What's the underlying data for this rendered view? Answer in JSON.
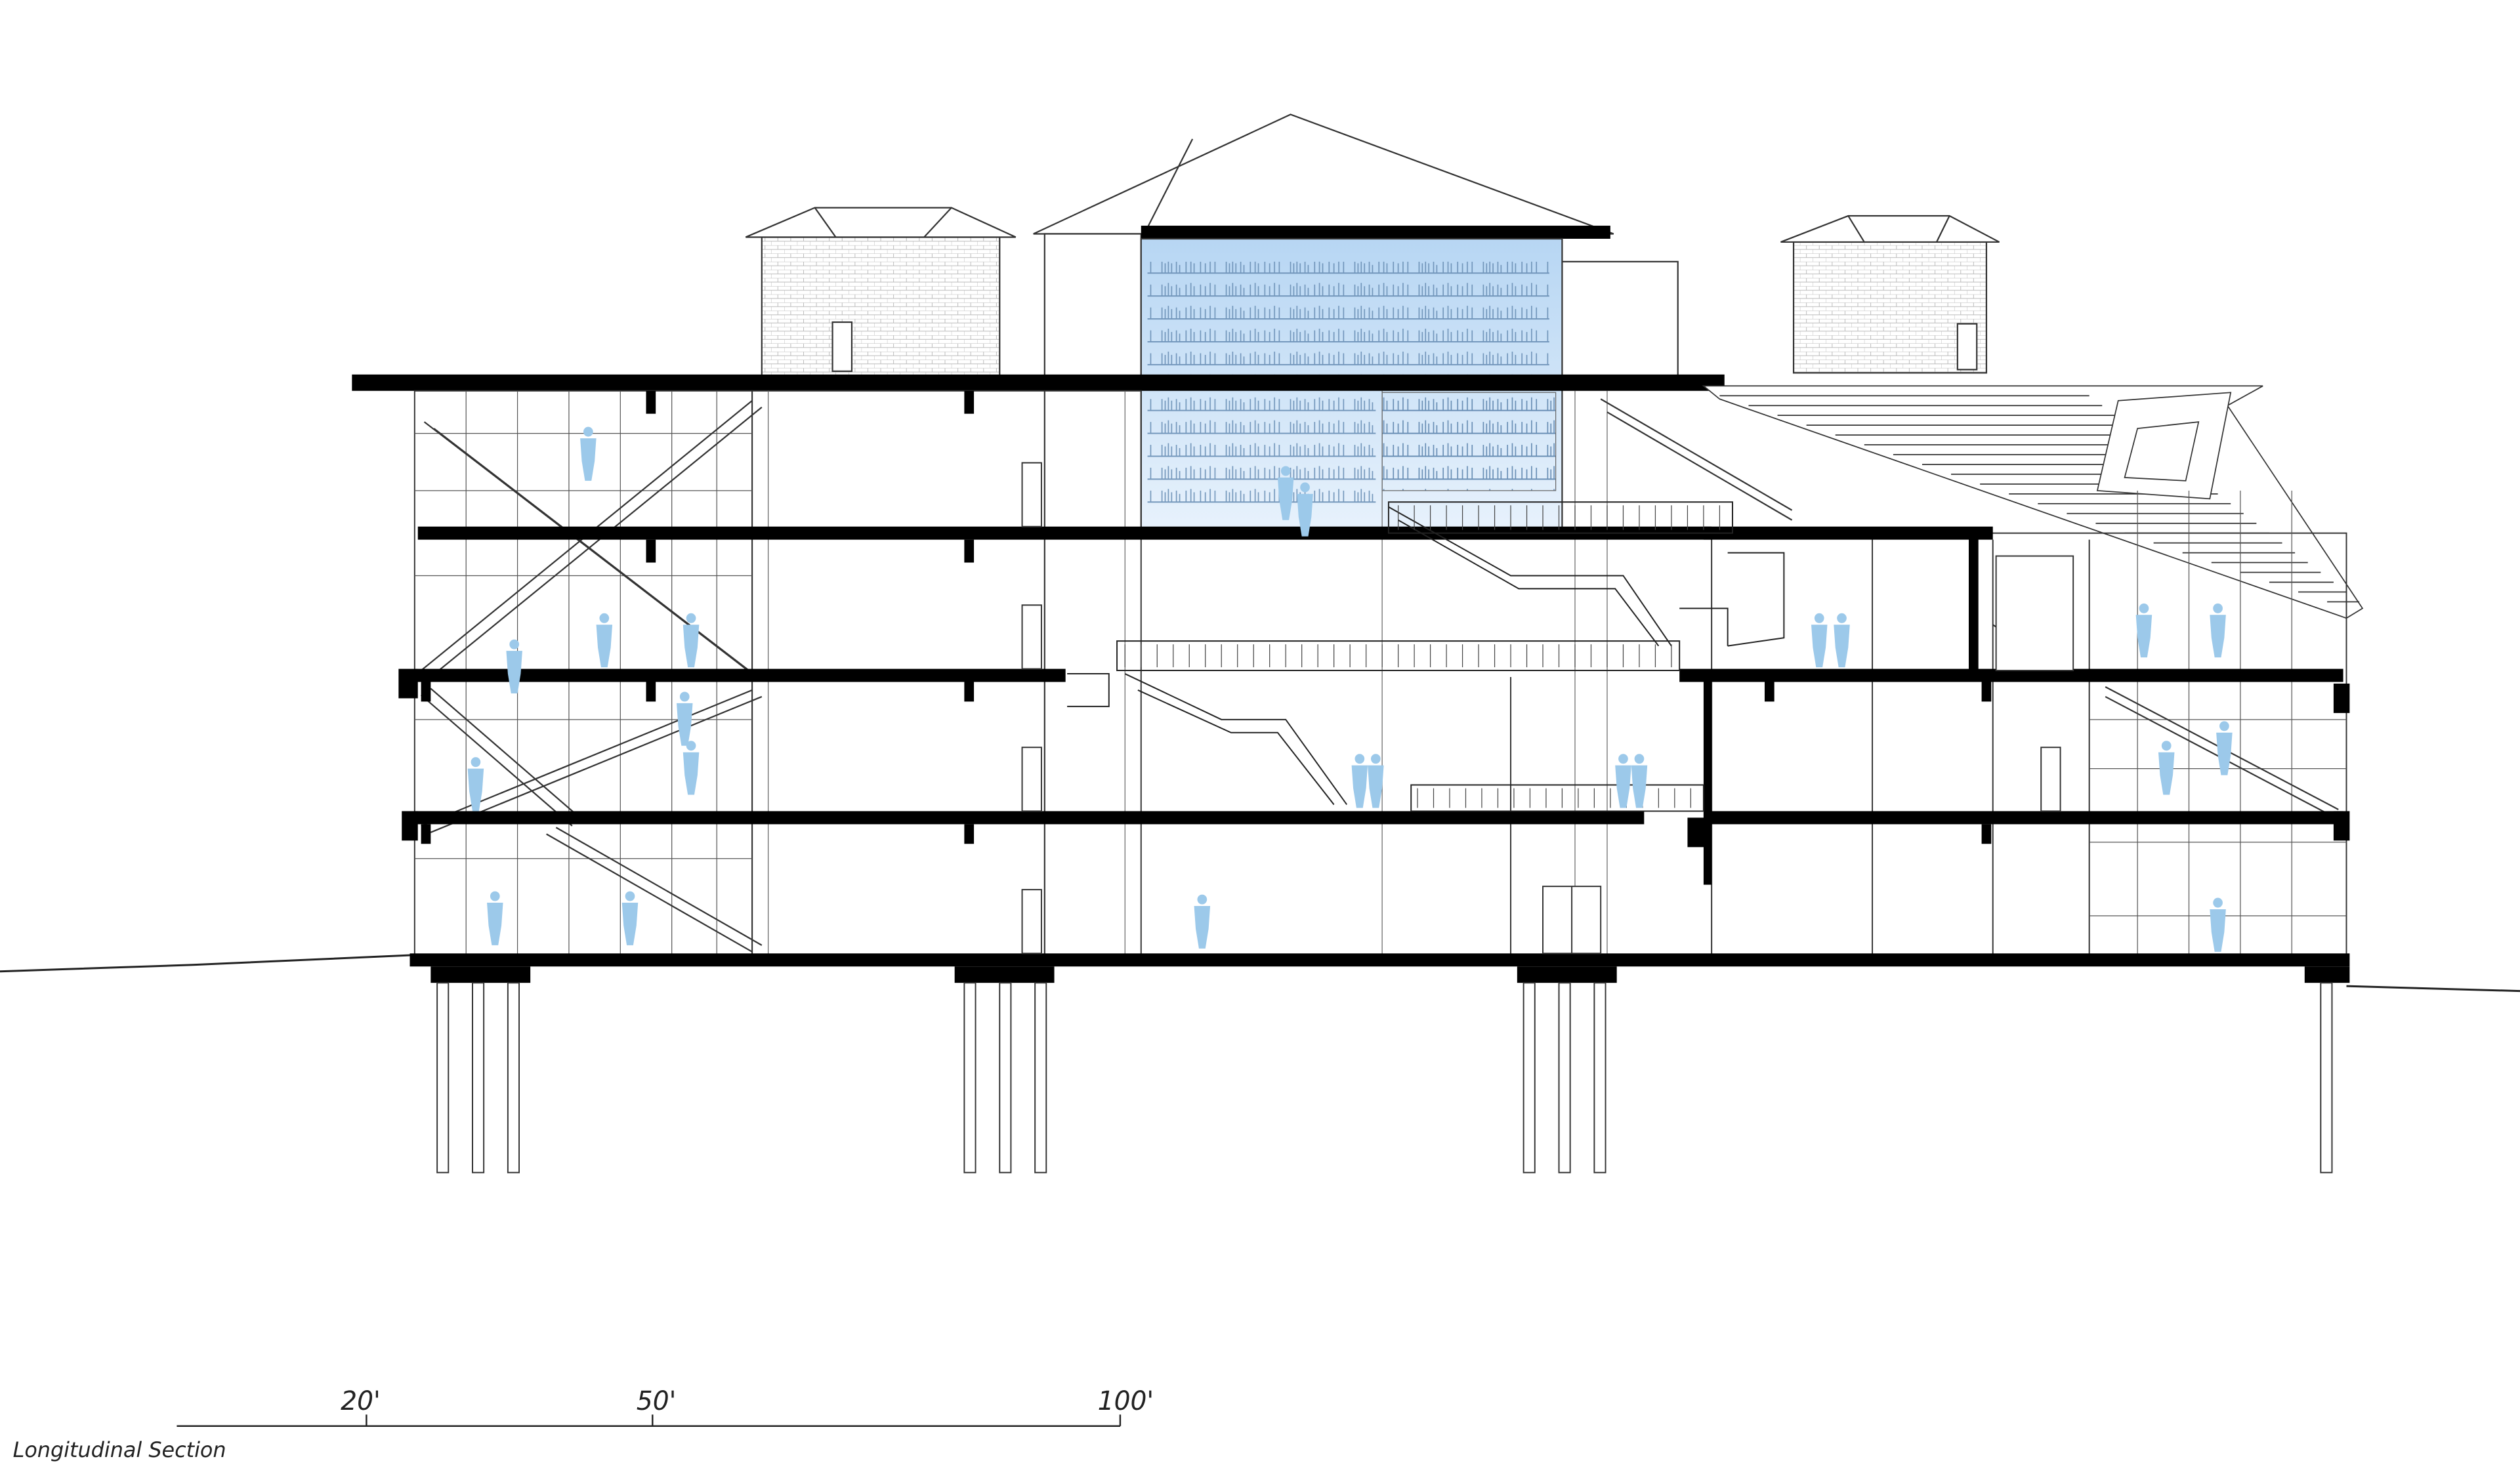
{
  "drawing": {
    "title": "Longitudinal Section"
  },
  "scale_bar": {
    "labels": [
      "20'",
      "50'",
      "100'"
    ]
  },
  "colors": {
    "line": "#222222",
    "slab": "#000000",
    "glass": "#cfe3f7",
    "people": "#9cc9ea",
    "brick": "#bdbdbd"
  }
}
